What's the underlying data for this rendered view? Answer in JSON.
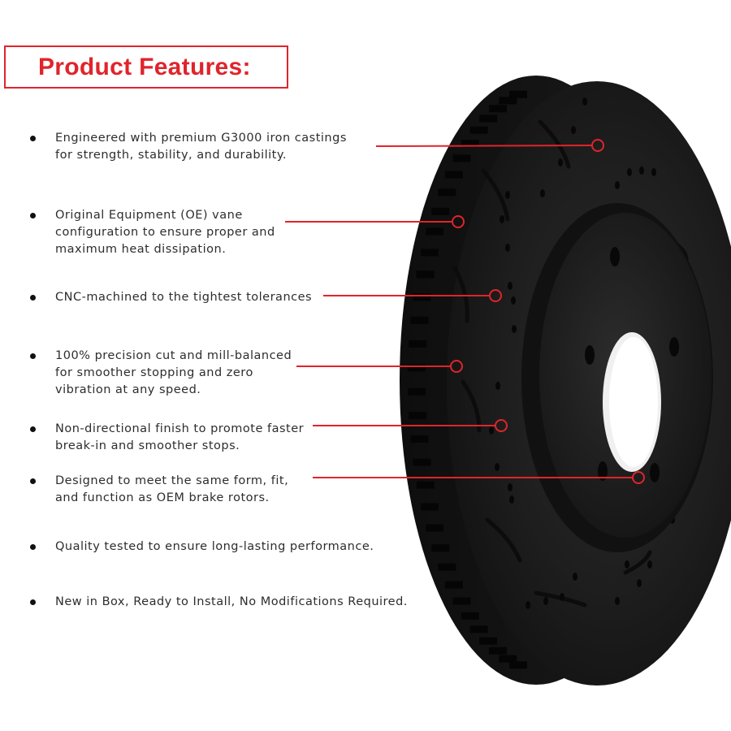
{
  "title": "Product Features:",
  "colors": {
    "accent": "#e0242b",
    "text": "#2d2d2d",
    "rotor": "#1b1b1b"
  },
  "features": [
    {
      "text": "Engineered with premium G3000 iron castings\nfor strength, stability, and durability."
    },
    {
      "text": "Original Equipment (OE) vane\nconfiguration to ensure proper and\nmaximum heat dissipation."
    },
    {
      "text": "CNC-machined to the tightest tolerances"
    },
    {
      "text": "100% precision cut and mill-balanced\nfor smoother stopping and zero\nvibration at any speed."
    },
    {
      "text": "Non-directional finish to promote faster\nbreak-in and smoother stops."
    },
    {
      "text": "Designed to meet the same form, fit,\nand function as OEM brake rotors."
    },
    {
      "text": "Quality tested to ensure long-lasting performance."
    },
    {
      "text": "New in Box, Ready to Install, No Modifications Required."
    }
  ],
  "product_image": {
    "icon": "brake-rotor-icon"
  }
}
